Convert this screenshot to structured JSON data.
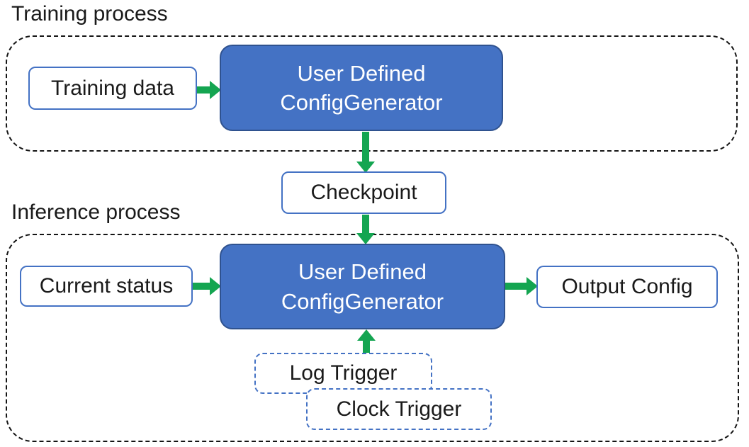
{
  "colors": {
    "box_fill_blue": "#4472C4",
    "box_border_dark": "#2F528F",
    "outline_blue": "#4472C4",
    "arrow_green": "#14A551",
    "dashed_black": "#141414",
    "text_dark": "#1a1a1a",
    "text_white": "#ffffff"
  },
  "training": {
    "title": "Training process",
    "input_box": "Training data",
    "generator_box": {
      "line1": "User Defined",
      "line2": "ConfigGenerator"
    }
  },
  "checkpoint_box": "Checkpoint",
  "inference": {
    "title": "Inference process",
    "input_box": "Current status",
    "generator_box": {
      "line1": "User Defined",
      "line2": "ConfigGenerator"
    },
    "output_box": "Output Config",
    "log_trigger_box": "Log Trigger",
    "clock_trigger_box": "Clock Trigger"
  }
}
